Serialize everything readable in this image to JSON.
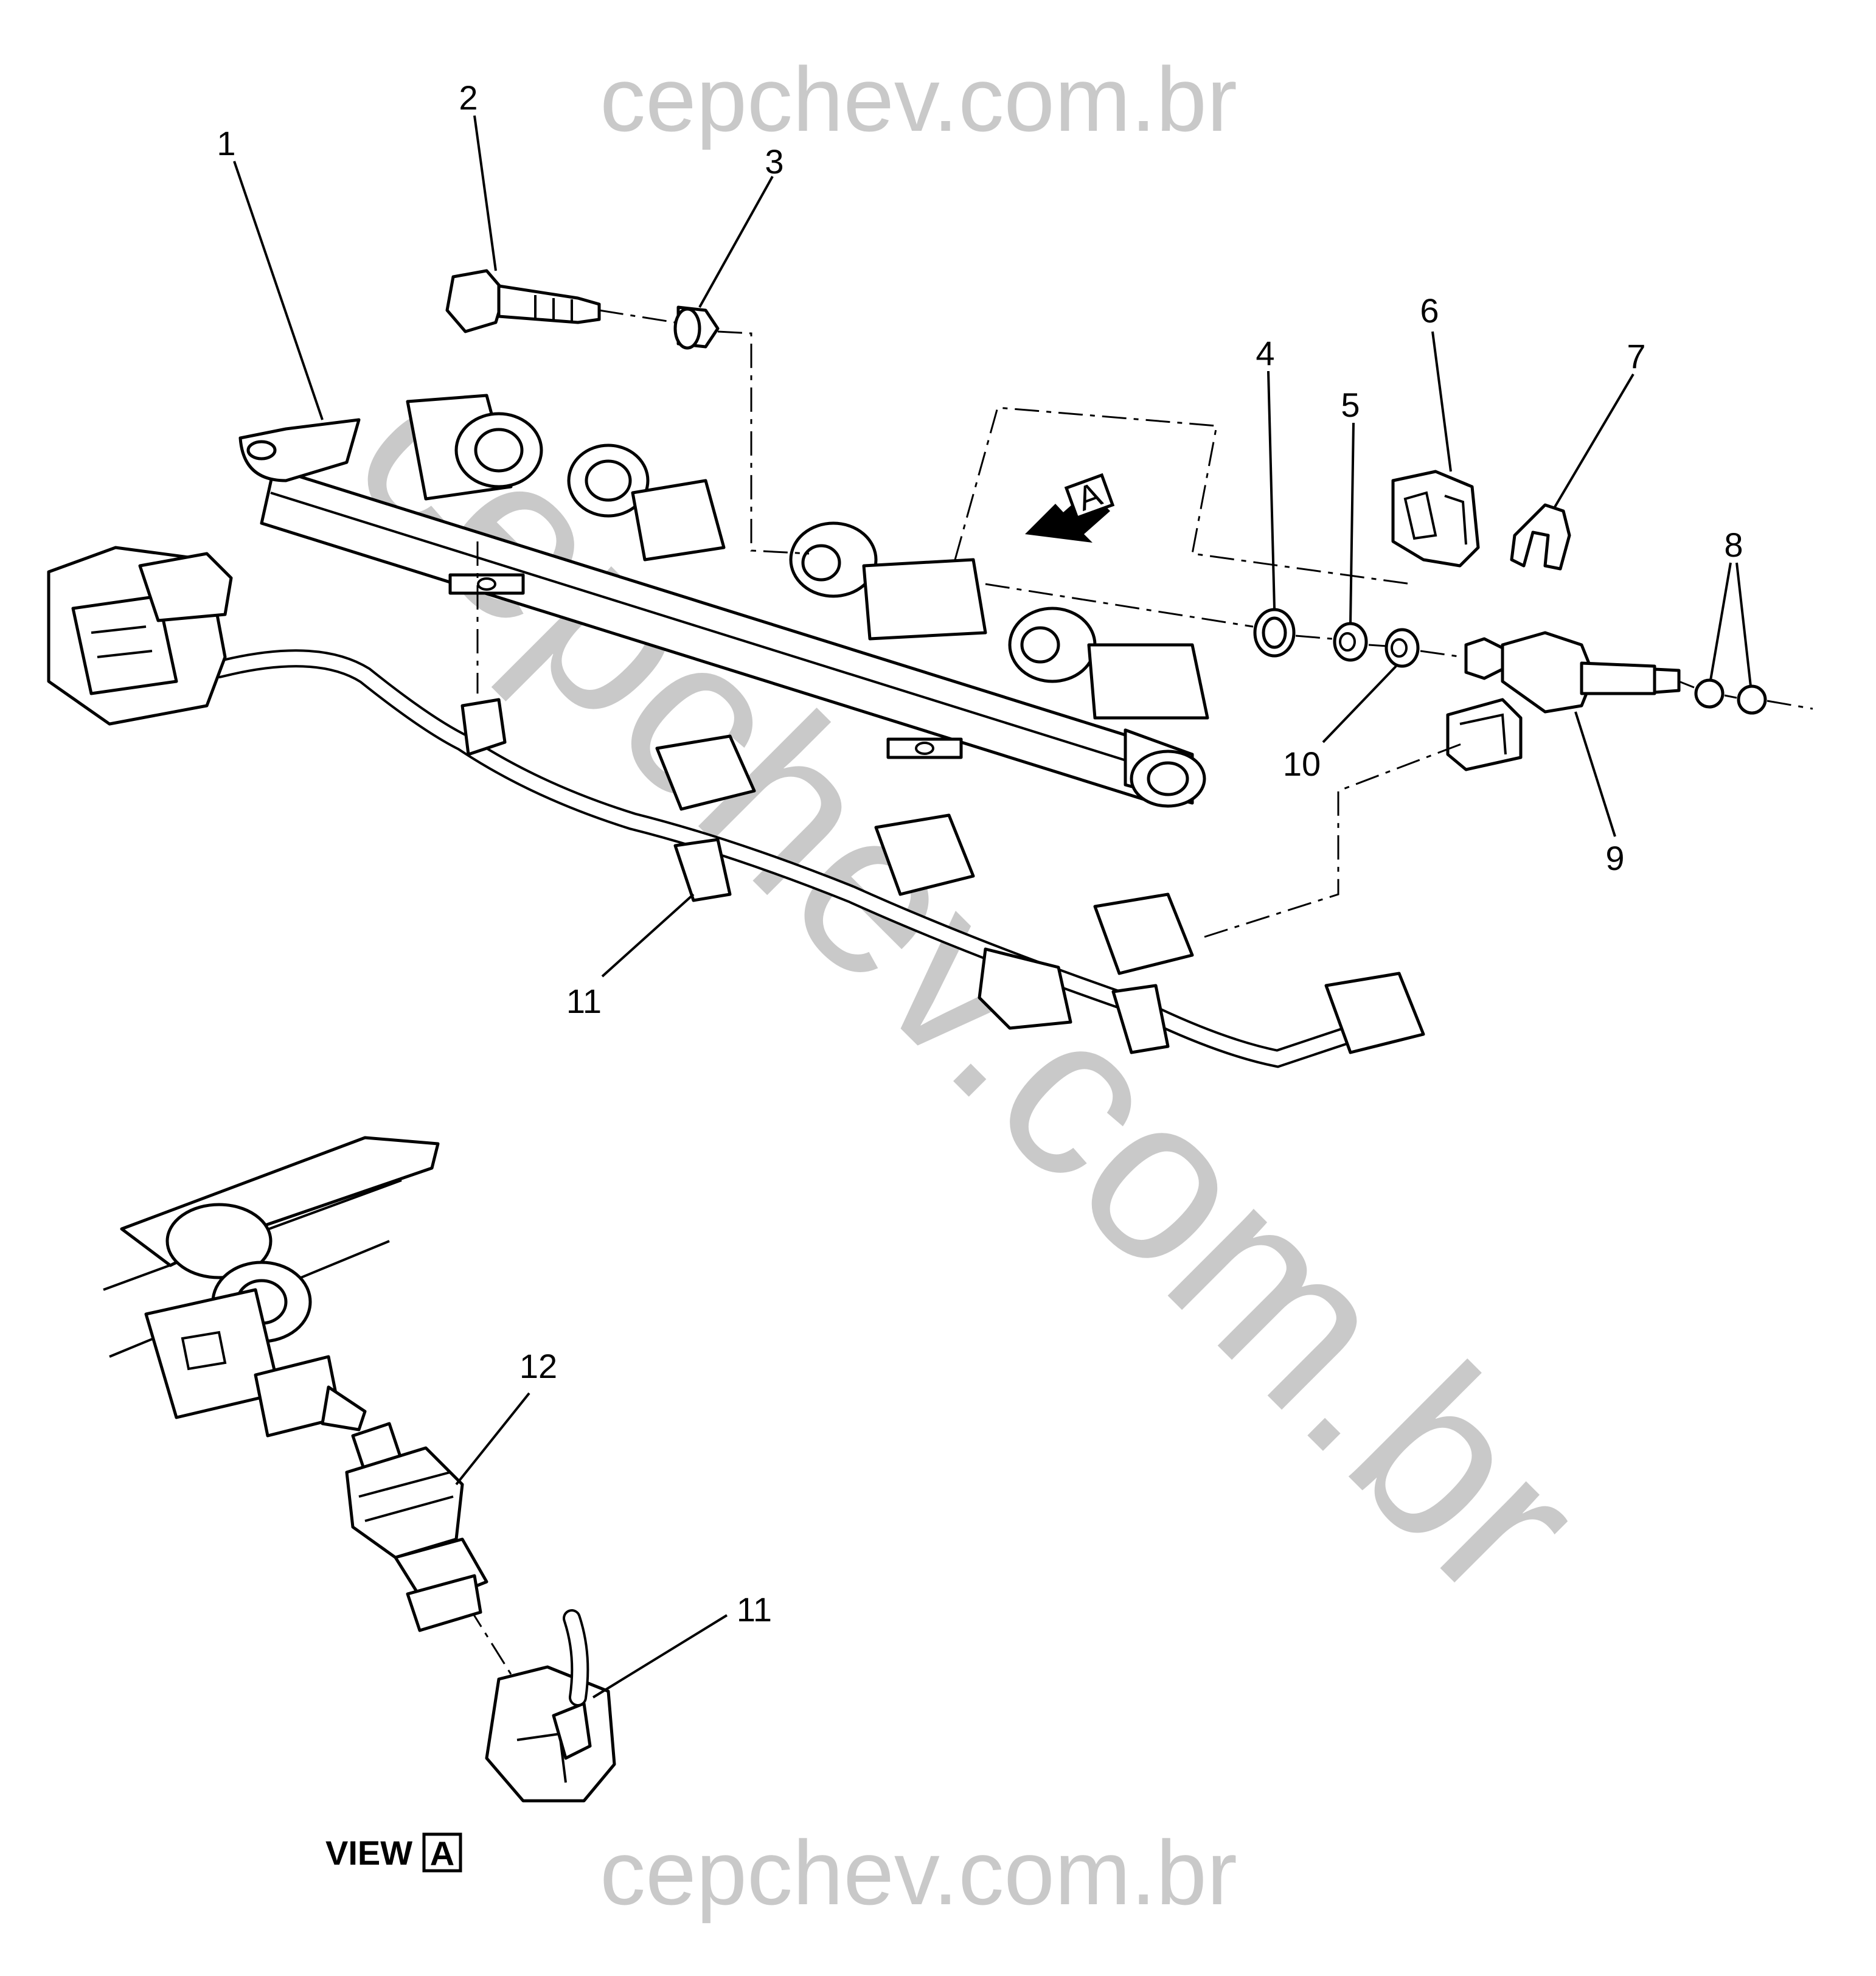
{
  "watermark": {
    "top": "cepchev.com.br",
    "bottom": "cepchev.com.br",
    "diagonal": "cepchev.com.br",
    "color": "#c9c9c9"
  },
  "callouts": {
    "c1": "1",
    "c2": "2",
    "c3": "3",
    "c4": "4",
    "c5": "5",
    "c6": "6",
    "c7": "7",
    "c8": "8",
    "c9": "9",
    "c10": "10",
    "c11a": "11",
    "c11b": "11",
    "c12": "12"
  },
  "view_marker": "A",
  "view_label": {
    "text": "VIEW",
    "letter": "A"
  }
}
